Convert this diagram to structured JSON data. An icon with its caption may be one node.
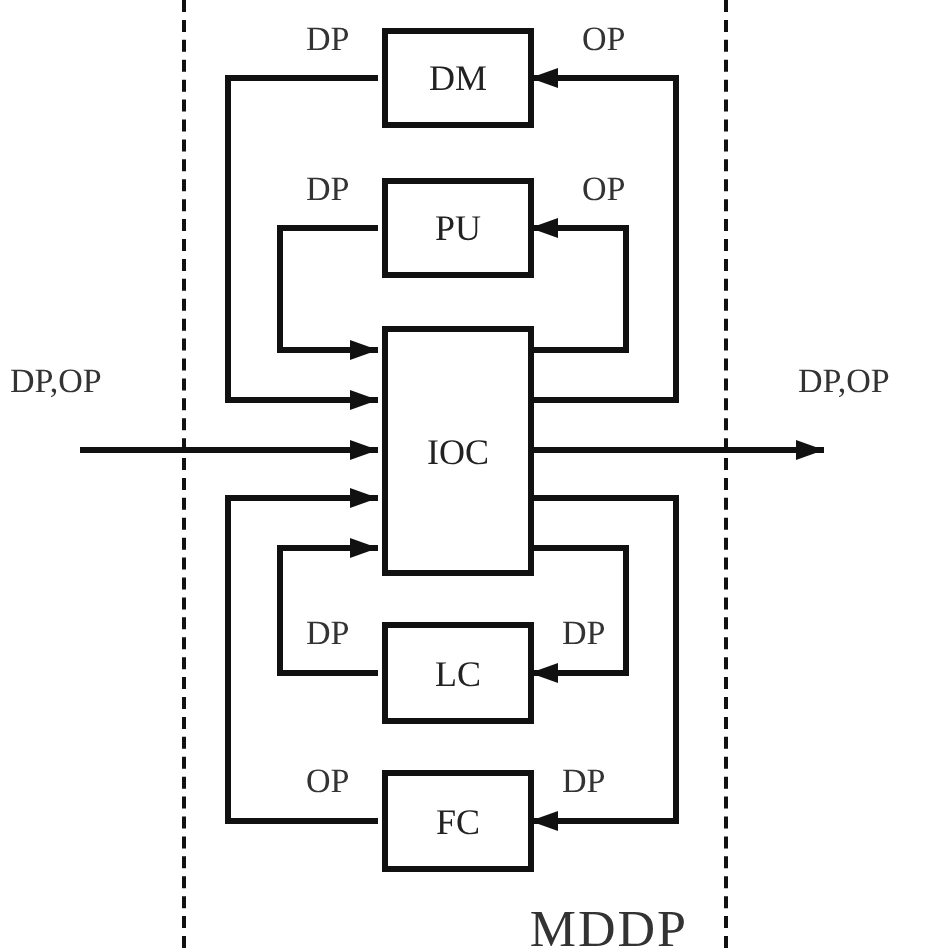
{
  "diagram": {
    "nodes": [
      {
        "text": [
          "MDDP"
        ]
      },
      {
        "text": [
          "DM"
        ],
        "in": 0
      },
      {
        "text": [
          "PU"
        ],
        "in": 0
      },
      {
        "text": [
          "IOC"
        ],
        "in": 0
      },
      {
        "text": [
          "LC"
        ],
        "in": 0
      },
      {
        "text": [
          "FC"
        ],
        "in": 0
      }
    ],
    "edges": [
      {
        "from": 1,
        "to": 3,
        "arrow": "to",
        "label": "DP"
      },
      {
        "from": 3,
        "to": 1,
        "arrow": "to",
        "label": "OP"
      },
      {
        "from": 2,
        "to": 3,
        "arrow": "to",
        "label": "DP"
      },
      {
        "from": 3,
        "to": 2,
        "arrow": "to",
        "label": "OP"
      },
      {
        "from": null,
        "to": 3,
        "arrow": "to",
        "label": "DP,OP"
      },
      {
        "from": 3,
        "to": null,
        "arrow": "to",
        "label": "DP,OP"
      },
      {
        "from": 4,
        "to": 3,
        "arrow": "to",
        "label": "DP"
      },
      {
        "from": 3,
        "to": 4,
        "arrow": "to",
        "label": "DP"
      },
      {
        "from": 5,
        "to": 3,
        "arrow": "to",
        "label": "OP"
      },
      {
        "from": 3,
        "to": 5,
        "arrow": "to",
        "label": "DP"
      }
    ]
  }
}
